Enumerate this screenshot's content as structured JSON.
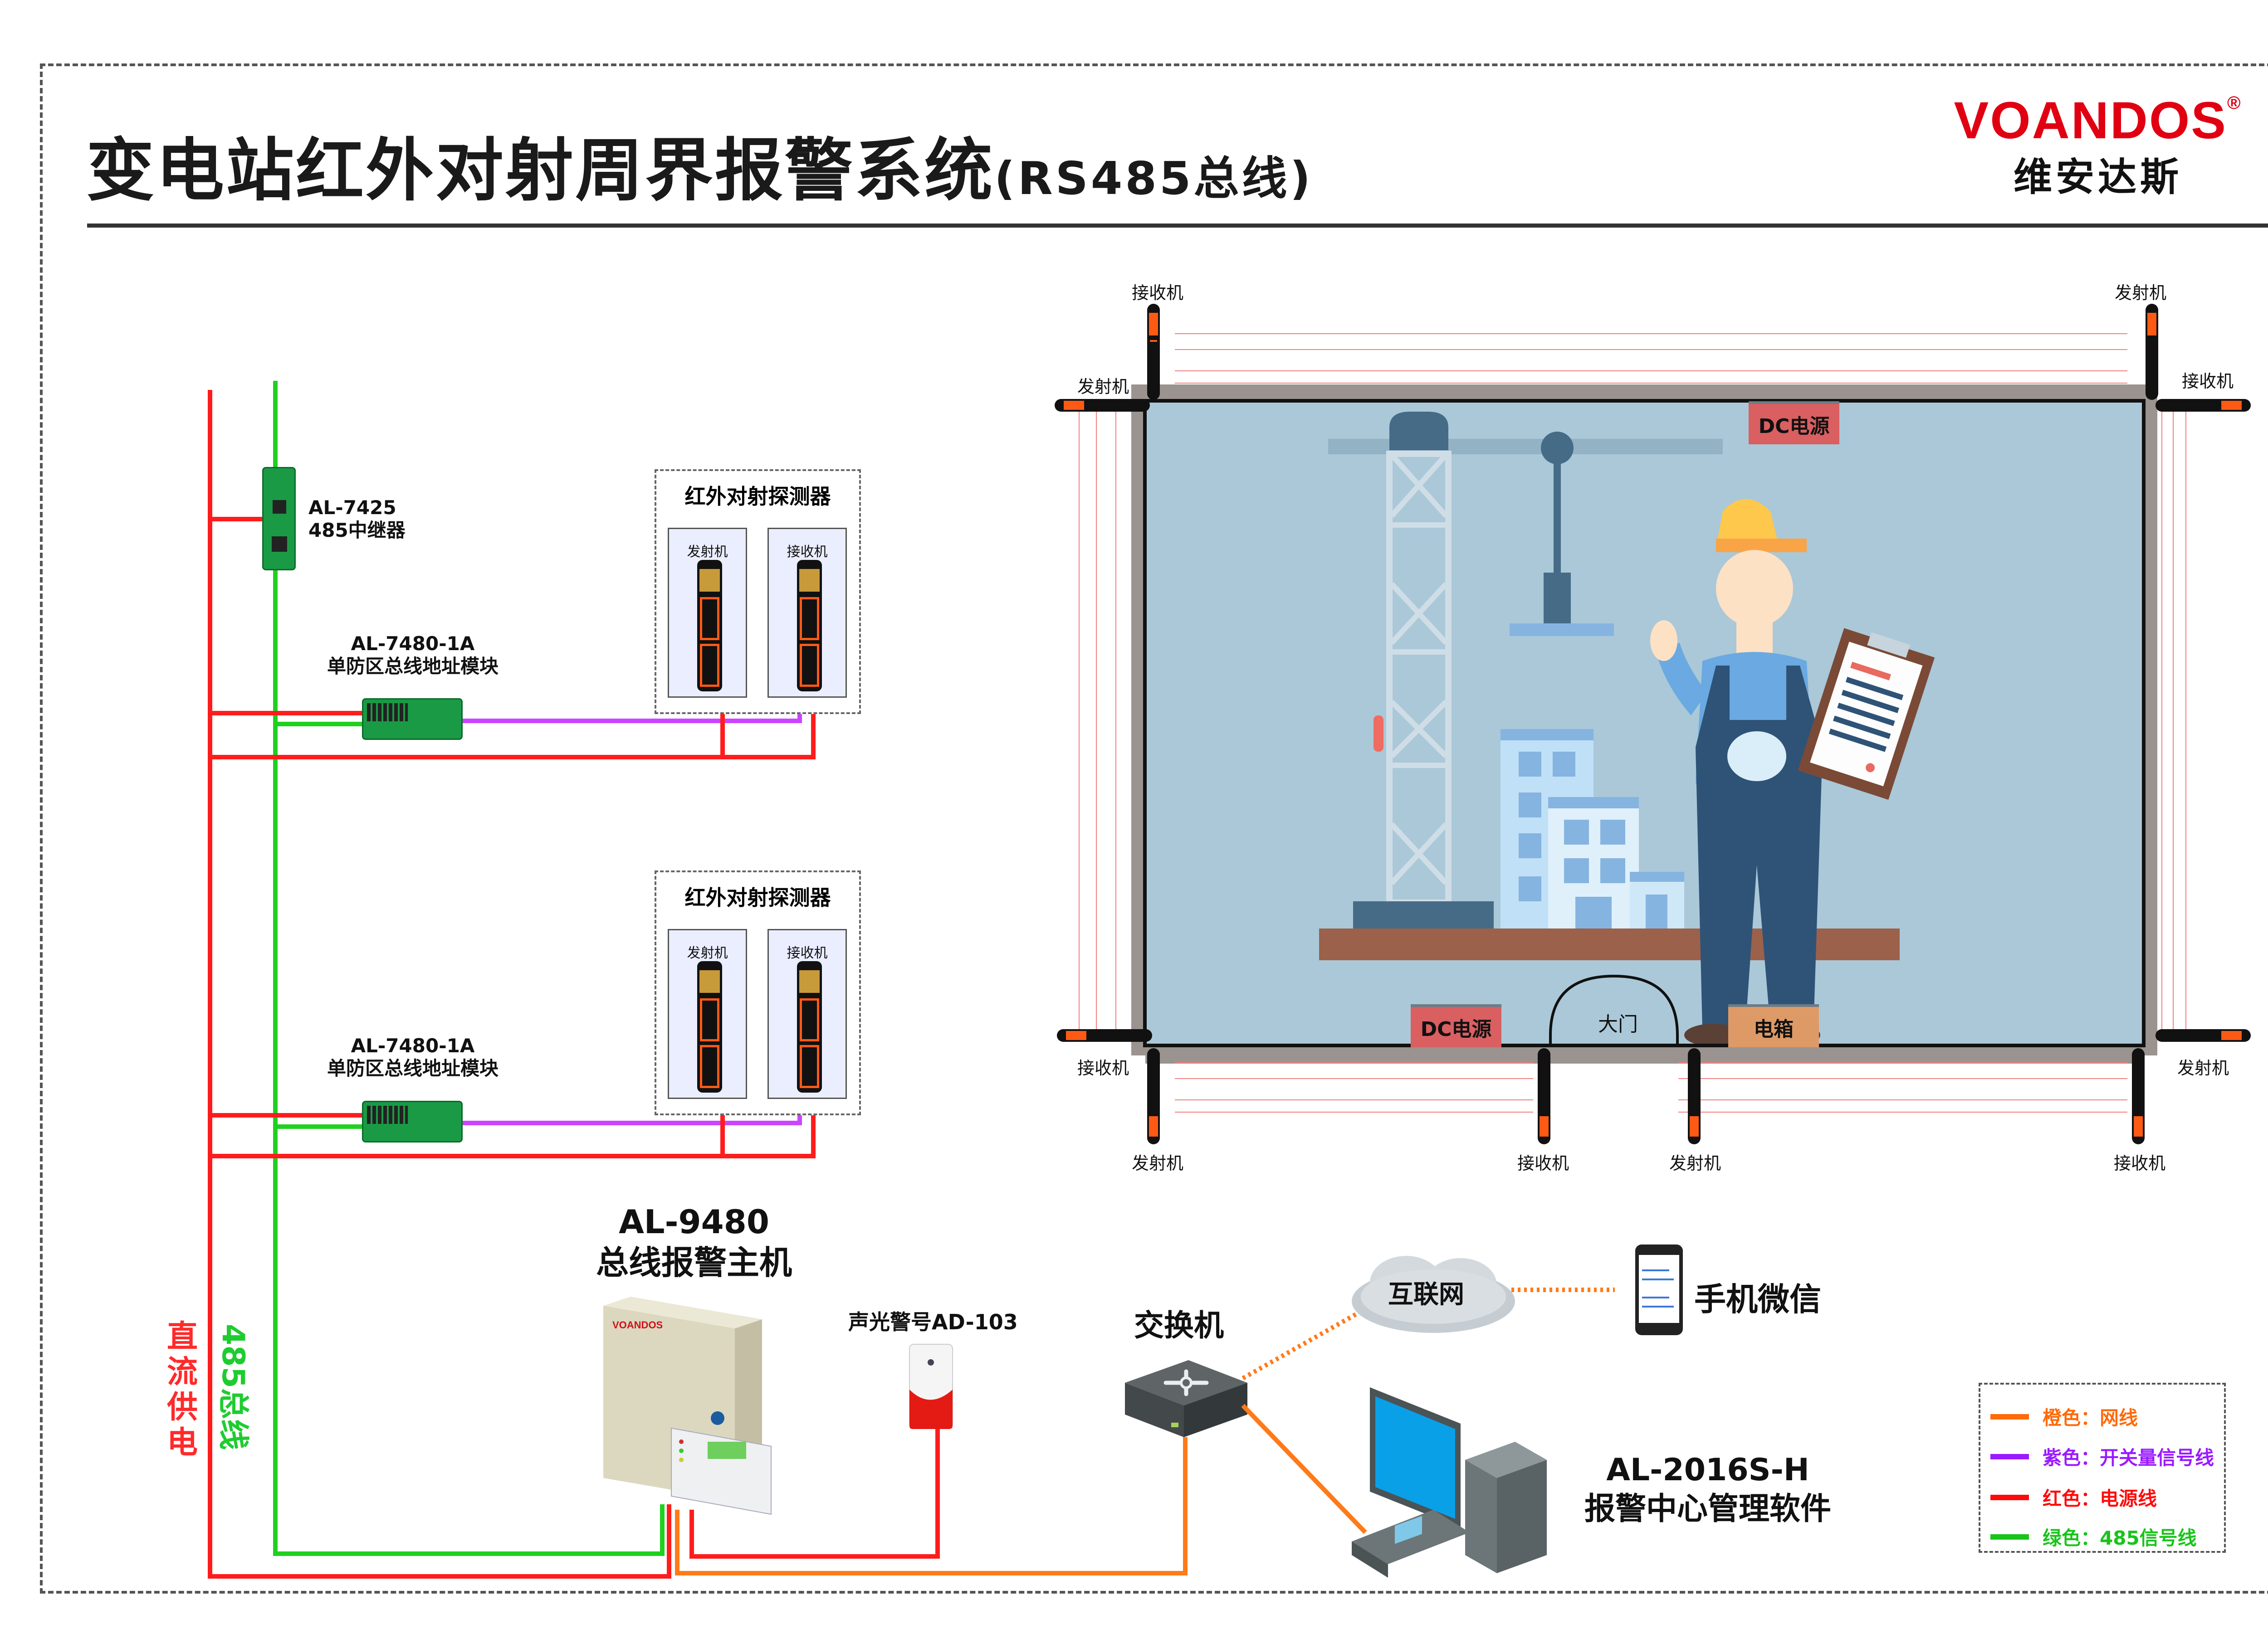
{
  "header": {
    "title_main": "变电站红外对射周界报警系统",
    "title_sub": "(RS485总线)",
    "brand_en": "VOANDOS",
    "brand_reg": "®",
    "brand_cn": "维安达斯"
  },
  "bus": {
    "power_label": "直流供电",
    "rs485_label": "485总线"
  },
  "devices": {
    "repeater": {
      "model": "AL-7425",
      "name": "485中继器"
    },
    "module1": {
      "model": "AL-7480-1A",
      "name": "单防区总线地址模块"
    },
    "module2": {
      "model": "AL-7480-1A",
      "name": "单防区总线地址模块"
    },
    "detector1": {
      "title": "红外对射探测器",
      "tx": "发射机",
      "rx": "接收机"
    },
    "detector2": {
      "title": "红外对射探测器",
      "tx": "发射机",
      "rx": "接收机"
    },
    "host": {
      "model": "AL-9480",
      "name": "总线报警主机",
      "panel_brand": "VOANDOS"
    },
    "siren": {
      "name": "声光警号AD-103"
    },
    "switch": {
      "name": "交换机"
    },
    "internet": {
      "name": "互联网"
    },
    "mobile": {
      "name": "手机微信"
    },
    "software": {
      "model": "AL-2016S-H",
      "name": "报警中心管理软件"
    }
  },
  "site": {
    "dc_power_top": "DC电源",
    "dc_power_bottom": "DC电源",
    "electric_box": "电箱",
    "gate": "大门",
    "labels": {
      "top_left_rx": "接收机",
      "top_left_tx": "发射机",
      "top_right_tx": "发射机",
      "top_right_rx": "接收机",
      "bottom_left_rx": "接收机",
      "bottom_left_tx": "发射机",
      "bottom_gate_rx": "接收机",
      "bottom_gate_tx": "发射机",
      "bottom_right_tx": "发射机",
      "bottom_right_rx": "接收机"
    }
  },
  "legend": {
    "items": [
      {
        "label": "橙色：网线",
        "color": "#ff6a0a"
      },
      {
        "label": "紫色：开关量信号线",
        "color": "#9a1aff"
      },
      {
        "label": "红色：电源线",
        "color": "#ff0a0a"
      },
      {
        "label": "绿色：485信号线",
        "color": "#18c41a"
      }
    ]
  },
  "colors": {
    "power": "#ff1c1c",
    "rs485": "#1fd11f",
    "signal": "#cc44ff",
    "network": "#ff7a18",
    "brand": "#e00012"
  }
}
